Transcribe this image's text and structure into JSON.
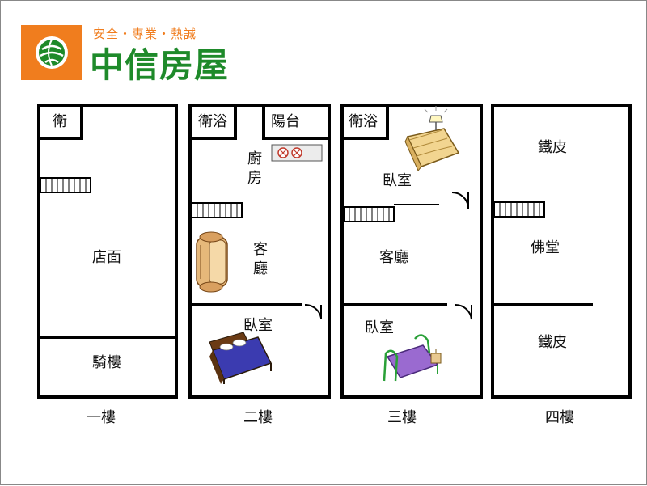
{
  "brand": {
    "tagline": "安全・專業・熱誠",
    "name": "中信房屋",
    "colors": {
      "orange": "#f07d1e",
      "green": "#1e8a2a"
    }
  },
  "floors": [
    {
      "label": "一樓",
      "rooms": {
        "bath": "衛",
        "storefront": "店面",
        "arcade": "騎樓"
      }
    },
    {
      "label": "二樓",
      "rooms": {
        "bath": "衛浴",
        "balcony": "陽台",
        "kitchen": "廚房",
        "living": "客廳",
        "bedroom": "臥室"
      }
    },
    {
      "label": "三樓",
      "rooms": {
        "bath": "衛浴",
        "bedroom_top": "臥室",
        "living": "客廳",
        "bedroom_bottom": "臥室"
      }
    },
    {
      "label": "四樓",
      "rooms": {
        "iron_top": "鐵皮",
        "shrine": "佛堂",
        "iron_bottom": "鐵皮"
      }
    }
  ],
  "icons": [
    "staircase-icon",
    "door-swing-icon",
    "stove-icon",
    "sofa-icon",
    "bed-icon",
    "lamp-icon"
  ]
}
